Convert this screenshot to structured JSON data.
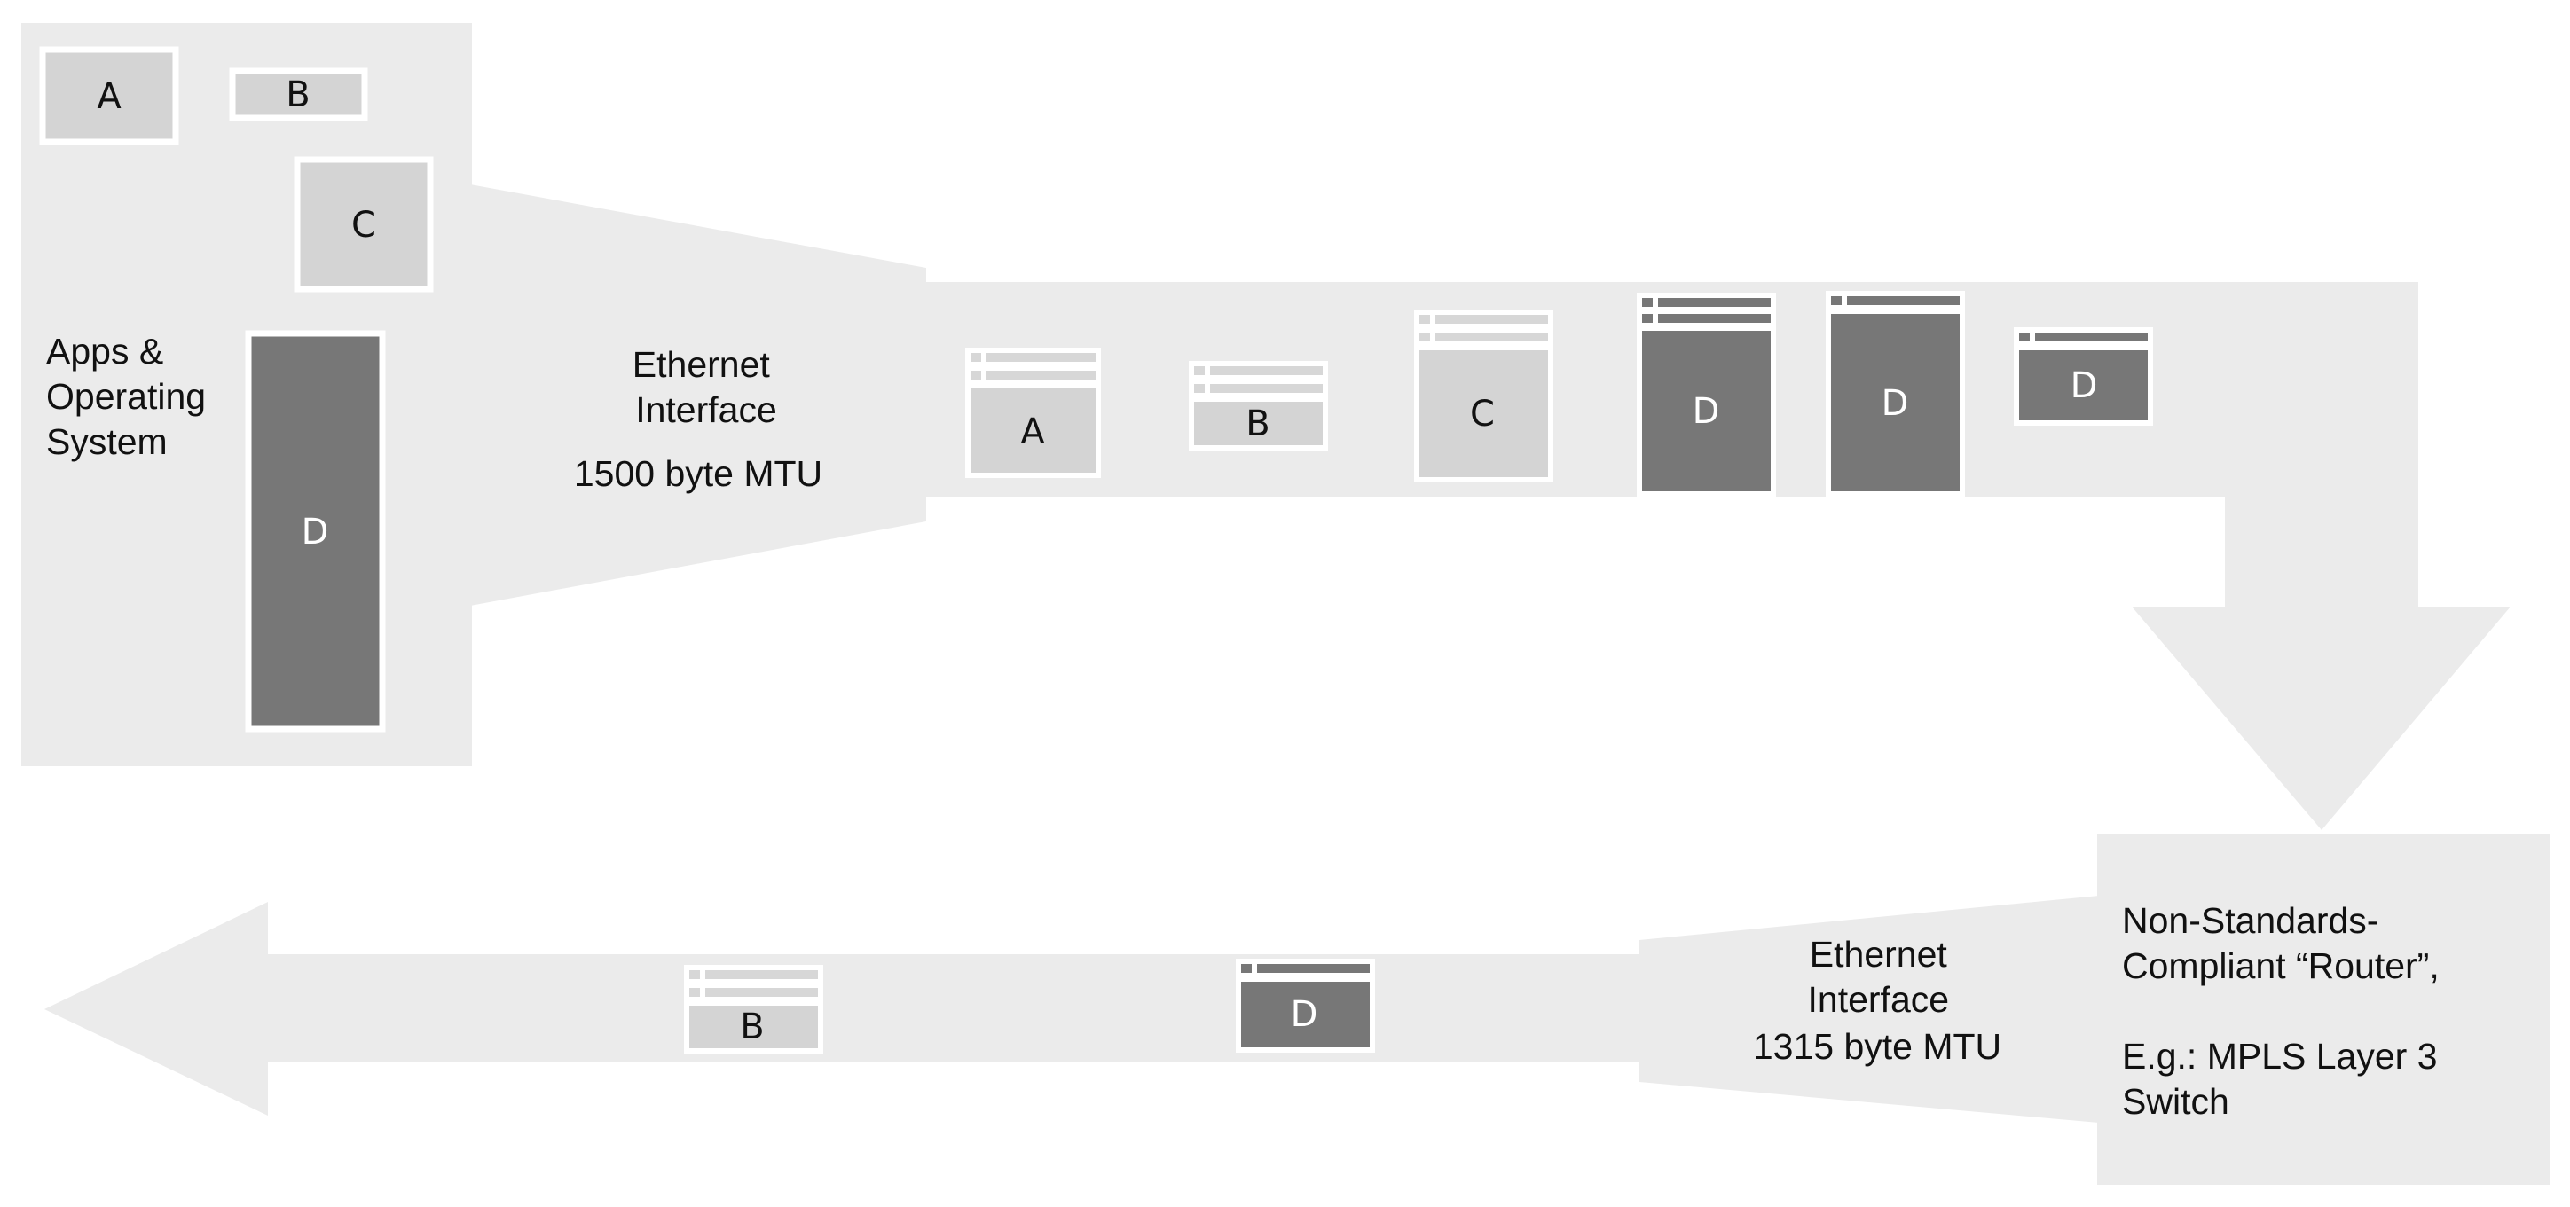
{
  "host": {
    "label_lines": [
      "Apps &",
      "Operating",
      "System"
    ],
    "data_blocks": [
      {
        "id": "A",
        "shade": "light"
      },
      {
        "id": "B",
        "shade": "light"
      },
      {
        "id": "C",
        "shade": "light"
      },
      {
        "id": "D",
        "shade": "dark"
      }
    ]
  },
  "outbound_interface": {
    "label_lines": [
      "Ethernet",
      "Interface"
    ],
    "mtu": "1500 byte MTU"
  },
  "outbound_packets": [
    {
      "id": "A",
      "shade": "light"
    },
    {
      "id": "B",
      "shade": "light"
    },
    {
      "id": "C",
      "shade": "light"
    },
    {
      "id": "D",
      "shade": "dark"
    },
    {
      "id": "D",
      "shade": "dark"
    },
    {
      "id": "D",
      "shade": "dark"
    }
  ],
  "router": {
    "label_lines": [
      "Non-Standards-",
      "Compliant “Router”,",
      "",
      "E.g.: MPLS Layer 3",
      "Switch"
    ]
  },
  "return_interface": {
    "label_lines": [
      "Ethernet",
      "Interface",
      "1315 byte MTU"
    ]
  },
  "return_packets": [
    {
      "id": "B",
      "shade": "light"
    },
    {
      "id": "D",
      "shade": "dark"
    }
  ],
  "colors": {
    "region_fill": "#ebebeb",
    "light_block": "#d4d4d4",
    "dark_block": "#777777",
    "outline": "#ffffff",
    "header_bar": "#d7d7d7",
    "header_bar_dark": "#777777"
  }
}
